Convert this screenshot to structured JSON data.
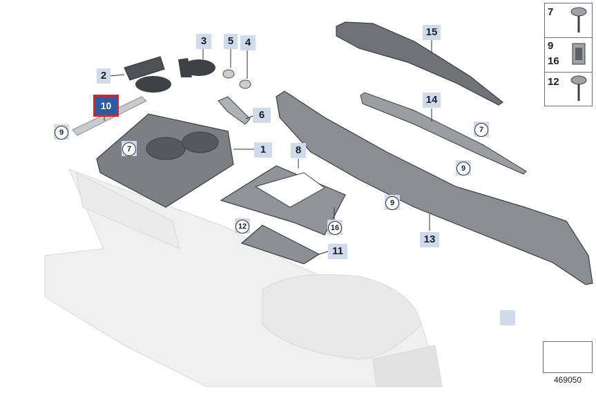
{
  "diagram": {
    "id_number": "469050",
    "callouts": [
      {
        "label": "1",
        "style": "plain"
      },
      {
        "label": "2",
        "style": "plain"
      },
      {
        "label": "3",
        "style": "plain"
      },
      {
        "label": "4",
        "style": "plain"
      },
      {
        "label": "5",
        "style": "plain"
      },
      {
        "label": "6",
        "style": "plain"
      },
      {
        "label": "7",
        "style": "circled"
      },
      {
        "label": "7",
        "style": "circled"
      },
      {
        "label": "8",
        "style": "plain"
      },
      {
        "label": "9",
        "style": "circled"
      },
      {
        "label": "9",
        "style": "circled"
      },
      {
        "label": "9",
        "style": "circled"
      },
      {
        "label": "10",
        "style": "highlight"
      },
      {
        "label": "11",
        "style": "plain"
      },
      {
        "label": "12",
        "style": "circled"
      },
      {
        "label": "13",
        "style": "plain"
      },
      {
        "label": "14",
        "style": "plain"
      },
      {
        "label": "15",
        "style": "plain"
      },
      {
        "label": "16",
        "style": "circled"
      }
    ],
    "legend": [
      {
        "labels": [
          "7"
        ],
        "icon": "screw-icon"
      },
      {
        "labels": [
          "9",
          "16"
        ],
        "icon": "clip-nut-icon"
      },
      {
        "labels": [
          "12"
        ],
        "icon": "screw-icon"
      }
    ],
    "colors": {
      "callout_bg": "#cfdbea",
      "highlight_bg": "#2d5aa0",
      "highlight_border": "#d9232a",
      "part_stroke": "#3a3d42"
    }
  }
}
